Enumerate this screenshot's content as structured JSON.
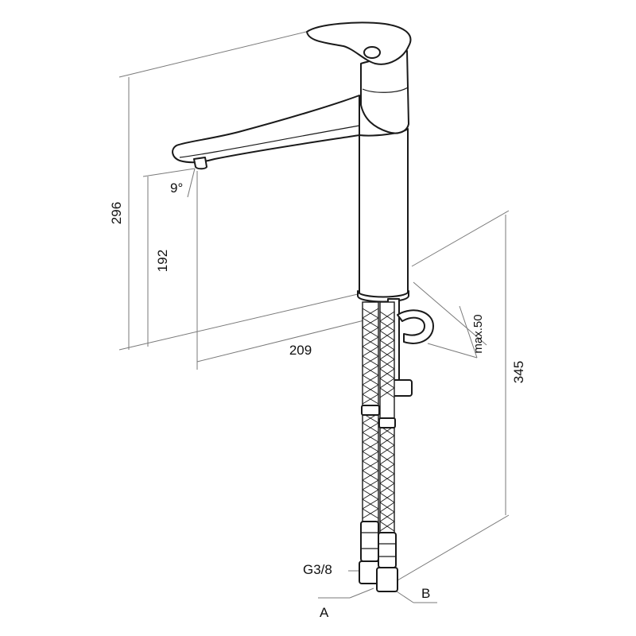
{
  "dimensions": {
    "total_height": "296",
    "spout_height": "192",
    "spout_reach": "209",
    "spout_angle": "9°",
    "hose_length": "345",
    "max_thickness": "max.50",
    "thread": "G3/8"
  },
  "connections": {
    "a": "A",
    "b": "B"
  },
  "colors": {
    "line": "#1a1a1a",
    "dimension": "#7a7a7a",
    "background": "#ffffff"
  }
}
